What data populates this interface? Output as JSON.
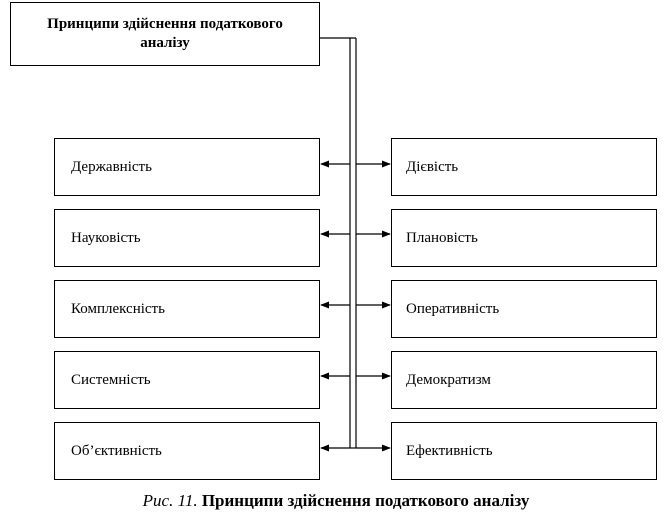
{
  "diagram": {
    "title": "Принципи здійснення податкового аналізу",
    "left_principles": [
      "Державність",
      "Науковість",
      "Комплексність",
      "Системність",
      "Об’єктивність"
    ],
    "right_principles": [
      "Дієвість",
      "Плановість",
      "Оперативність",
      "Демократизм",
      "Ефективність"
    ]
  },
  "caption": {
    "figure_label": "Рис. 11.",
    "title": "Принципи здійснення податкового аналізу"
  }
}
